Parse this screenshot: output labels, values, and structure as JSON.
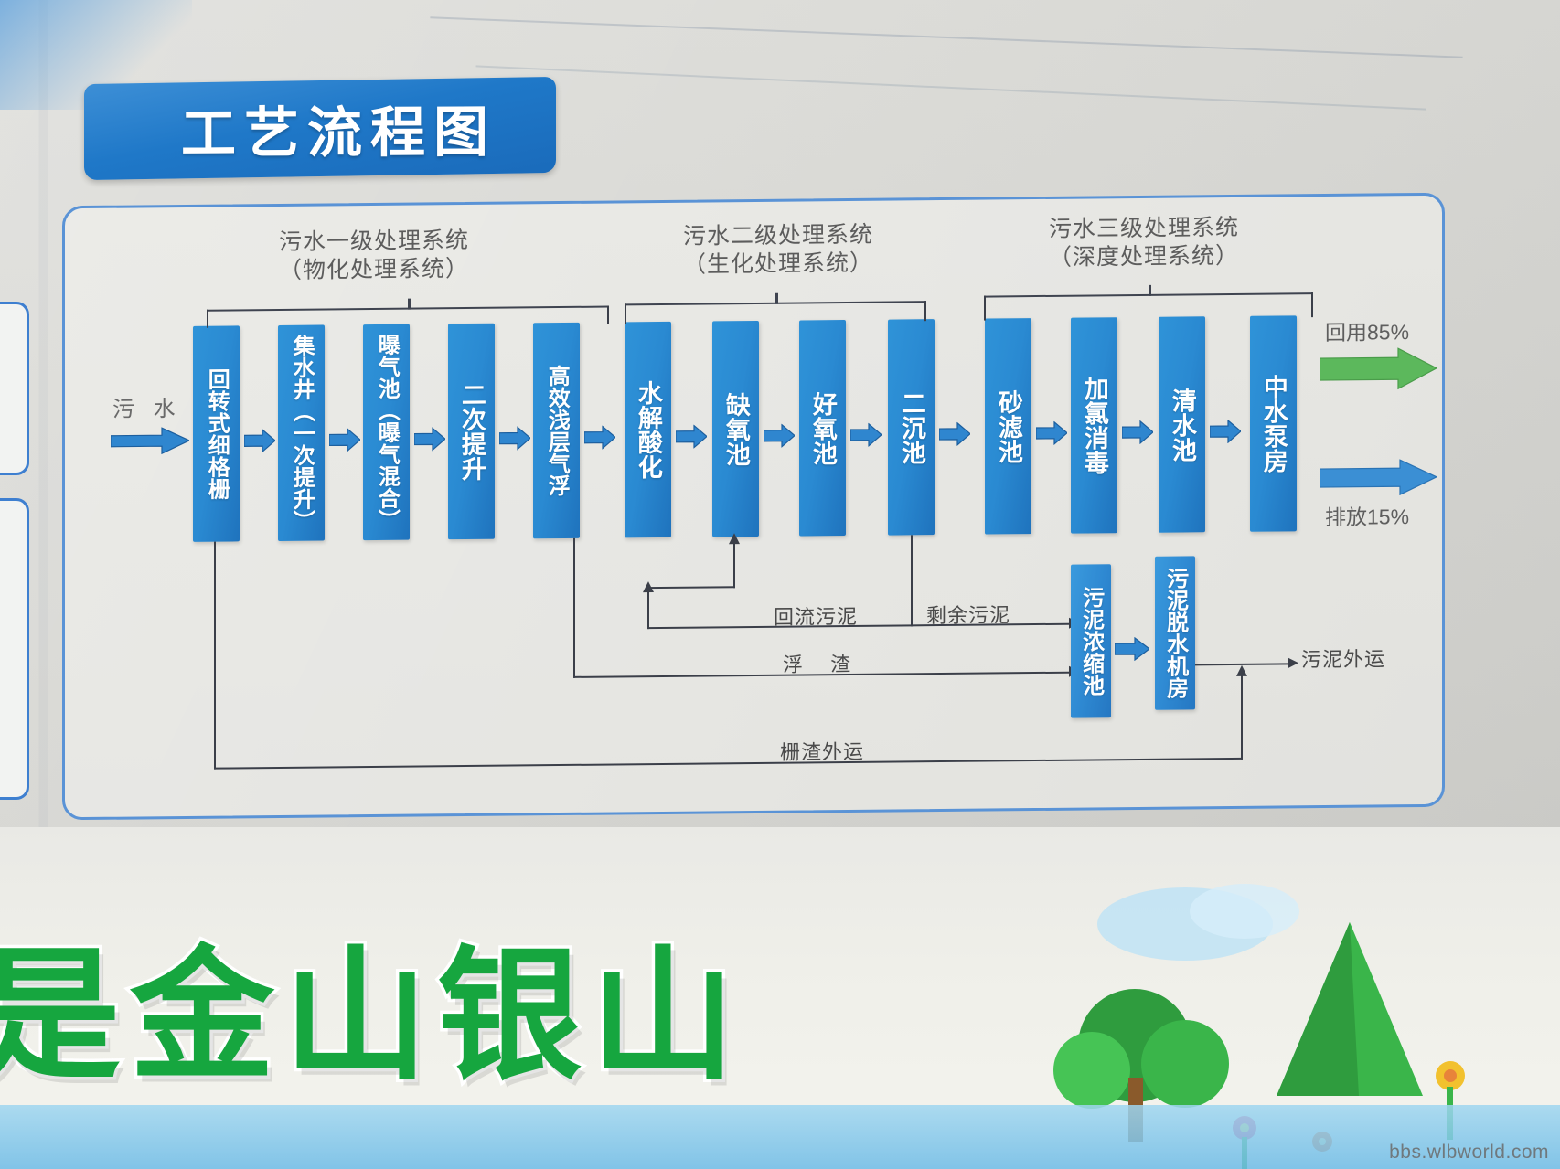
{
  "title": "工艺流程图",
  "sections": [
    {
      "name": "污水一级处理系统\n（物化处理系统）"
    },
    {
      "name": "污水二级处理系统\n（生化处理系统）"
    },
    {
      "name": "污水三级处理系统\n（深度处理系统）"
    }
  ],
  "inlet": {
    "label": "污 水"
  },
  "process_boxes": [
    {
      "label": "回转式细格栅"
    },
    {
      "label": "集水井（一次提升）"
    },
    {
      "label": "曝气池（曝气混合）"
    },
    {
      "label": "二次提升"
    },
    {
      "label": "高效浅层气浮"
    },
    {
      "label": "水解酸化"
    },
    {
      "label": "缺氧池"
    },
    {
      "label": "好氧池"
    },
    {
      "label": "二沉池"
    },
    {
      "label": "砂滤池"
    },
    {
      "label": "加氯消毒"
    },
    {
      "label": "清水池"
    },
    {
      "label": "中水泵房"
    }
  ],
  "outlets": [
    {
      "label": "回用85%",
      "color": "#5cb85c"
    },
    {
      "label": "排放15%",
      "color": "#3b8fd4"
    }
  ],
  "sludge_boxes": [
    {
      "label": "污泥浓缩池"
    },
    {
      "label": "污泥脱水机房"
    }
  ],
  "route_labels": {
    "return_sludge": "回流污泥",
    "excess_sludge": "剩余污泥",
    "scum": "浮 渣",
    "screenings_out": "栅渣外运",
    "sludge_out": "污泥外运"
  },
  "slogan": "是金山银山",
  "watermark": "bbs.wlbworld.com",
  "colors": {
    "title_plaque": "#1f78c8",
    "box_blue": "#2a8ad2",
    "reuse_green": "#5cb85c",
    "discharge_blue": "#3b8fd4",
    "slogan_green": "#16a63f",
    "line_dark": "#3b3f49"
  }
}
